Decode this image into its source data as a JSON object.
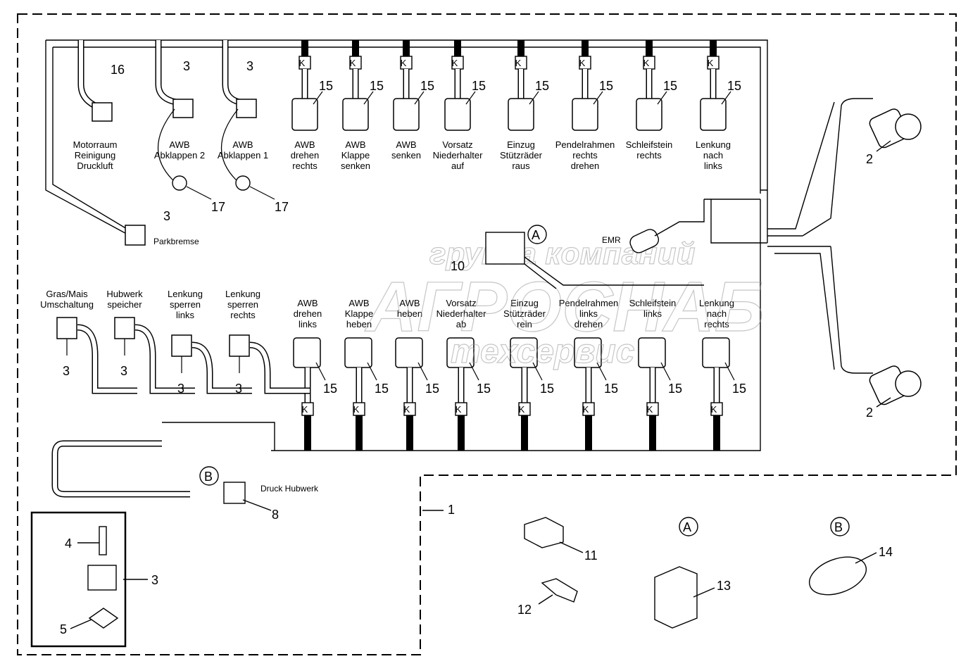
{
  "diagram": {
    "top_connectors": [
      {
        "label": [
          "AWB",
          "drehen",
          "rechts"
        ],
        "part": "15"
      },
      {
        "label": [
          "AWB",
          "Klappe",
          "senken"
        ],
        "part": "15"
      },
      {
        "label": [
          "AWB",
          "senken"
        ],
        "part": "15"
      },
      {
        "label": [
          "Vorsatz",
          "Niederhalter",
          "auf"
        ],
        "part": "15"
      },
      {
        "label": [
          "Einzug",
          "Stützräder",
          "raus"
        ],
        "part": "15"
      },
      {
        "label": [
          "Pendelrahmen",
          "rechts",
          "drehen"
        ],
        "part": "15"
      },
      {
        "label": [
          "Schleifstein",
          "rechts"
        ],
        "part": "15"
      },
      {
        "label": [
          "Lenkung",
          "nach",
          "links"
        ],
        "part": "15"
      }
    ],
    "bottom_connectors": [
      {
        "label": [
          "AWB",
          "drehen",
          "links"
        ],
        "part": "15"
      },
      {
        "label": [
          "AWB",
          "Klappe",
          "heben"
        ],
        "part": "15"
      },
      {
        "label": [
          "AWB",
          "heben"
        ],
        "part": "15"
      },
      {
        "label": [
          "Vorsatz",
          "Niederhalter",
          "ab"
        ],
        "part": "15"
      },
      {
        "label": [
          "Einzug",
          "Stützräder",
          "rein"
        ],
        "part": "15"
      },
      {
        "label": [
          "Pendelrahmen",
          "links",
          "drehen"
        ],
        "part": "15"
      },
      {
        "label": [
          "Schleifstein",
          "links"
        ],
        "part": "15"
      },
      {
        "label": [
          "Lenkung",
          "nach",
          "rechts"
        ],
        "part": "15"
      }
    ],
    "top_left": [
      {
        "label": [
          "Motorraum",
          "Reinigung",
          "Druckluft"
        ],
        "part": "16"
      },
      {
        "label": [
          "AWB",
          "Abklappen 2"
        ],
        "part": "3",
        "plug_part": "17"
      },
      {
        "label": [
          "AWB",
          "Abklappen 1"
        ],
        "part": "3",
        "plug_part": "17"
      }
    ],
    "parkbremse": {
      "label": "Parkbremse",
      "part": "3"
    },
    "bottom_left": [
      {
        "label": [
          "Gras/Mais",
          "Umschaltung"
        ],
        "part": "3"
      },
      {
        "label": [
          "Hubwerk",
          "speicher"
        ],
        "part": "3"
      },
      {
        "label": [
          "Lenkung",
          "sperren",
          "links"
        ],
        "part": "3"
      },
      {
        "label": [
          "Lenkung",
          "sperren",
          "rechts"
        ],
        "part": "3"
      }
    ],
    "k_marker": "K",
    "emr": "EMR",
    "part_10": "10",
    "callout_a": "A",
    "callout_b": "B",
    "druck_hubwerk": "Druck Hubwerk",
    "part_8": "8",
    "plug_parts": [
      "2",
      "2"
    ],
    "harness_part": "1",
    "kit": {
      "bolt": "4",
      "valve": "3",
      "seal": "5"
    },
    "loose_parts": {
      "t_piece": "11",
      "nipple": "12",
      "box": "13",
      "sensor": "14"
    },
    "watermark": [
      "группа компаний",
      "АГРОСНАБ",
      "техсервис"
    ]
  }
}
